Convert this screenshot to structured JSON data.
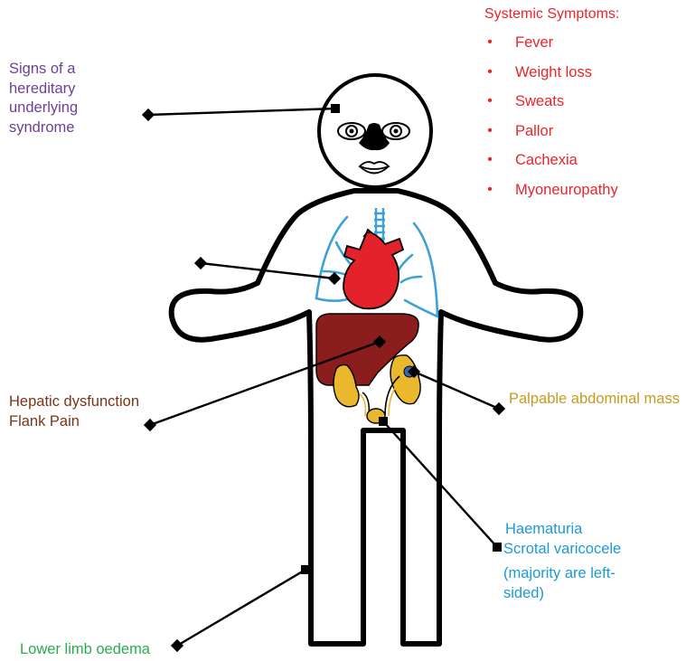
{
  "labels": {
    "hereditary": "Signs of a hereditary underlying syndrome",
    "hepatic_line1": "Hepatic dysfunction",
    "hepatic_line2": "Flank Pain",
    "palpable": "Palpable abdominal mass",
    "haematuria_line1": "Haematuria",
    "haematuria_line2": "Scrotal varicocele",
    "haematuria_line3": "(majority are left-sided)",
    "lower_limb": "Lower limb oedema"
  },
  "systemic": {
    "title": "Systemic Symptoms:",
    "bullet": "•",
    "items": [
      "Fever",
      "Weight loss",
      "Sweats",
      "Pallor",
      "Cachexia",
      "Myoneuropathy"
    ]
  },
  "colors": {
    "hereditary": "#6f3f98",
    "hepatic": "#7b3415",
    "systemic": "#e8252b",
    "palpable": "#c59b1f",
    "haematuria": "#1c9ad6",
    "lower_limb": "#2cab4d",
    "heart": "#e3222b",
    "liver": "#8b1d1d",
    "kidney": "#e9b82c",
    "lungs": "#3da1d8",
    "tumour": "#3468b6"
  }
}
